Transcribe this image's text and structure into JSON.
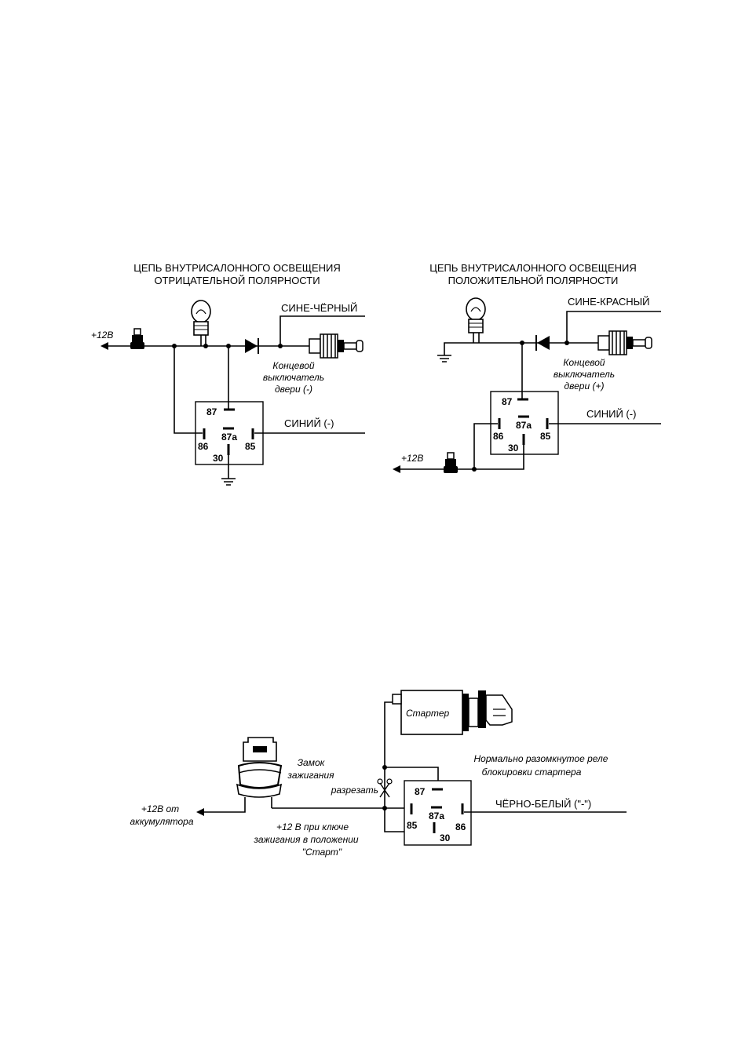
{
  "diagram1": {
    "title_line1": "ЦЕПЬ ВНУТРИСАЛОННОГО ОСВЕЩЕНИЯ",
    "title_line2": "ОТРИЦАТЕЛЬНОЙ ПОЛЯРНОСТИ",
    "wire_top": "СИНЕ-ЧЁРНЫЙ",
    "wire_relay": "СИНИЙ (-)",
    "power": "+12В",
    "switch_label_1": "Концевой",
    "switch_label_2": "выключатель",
    "switch_label_3": "двери (-)",
    "pins": {
      "p87": "87",
      "p87a": "87a",
      "p86": "86",
      "p85": "85",
      "p30": "30"
    }
  },
  "diagram2": {
    "title_line1": "ЦЕПЬ ВНУТРИСАЛОННОГО ОСВЕЩЕНИЯ",
    "title_line2": "ПОЛОЖИТЕЛЬНОЙ ПОЛЯРНОСТИ",
    "wire_top": "СИНЕ-КРАСНЫЙ",
    "wire_relay": "СИНИЙ (-)",
    "power": "+12В",
    "switch_label_1": "Концевой",
    "switch_label_2": "выключатель",
    "switch_label_3": "двери (+)",
    "pins": {
      "p87": "87",
      "p87a": "87a",
      "p86": "86",
      "p85": "85",
      "p30": "30"
    }
  },
  "diagram3": {
    "starter": "Стартер",
    "relay_label_1": "Нормально разомкнутое реле",
    "relay_label_2": "блокировки стартера",
    "lock_label_1": "Замок",
    "lock_label_2": "зажигания",
    "cut": "разрезать",
    "wire_relay": "ЧЁРНО-БЕЛЫЙ (\"-\")",
    "power_1": "+12В от",
    "power_2": "аккумулятора",
    "start_1": "+12 В при ключе",
    "start_2": "зажигания в положении",
    "start_3": "\"Старт\"",
    "pins": {
      "p87": "87",
      "p87a": "87a",
      "p85": "85",
      "p86": "86",
      "p30": "30"
    }
  }
}
